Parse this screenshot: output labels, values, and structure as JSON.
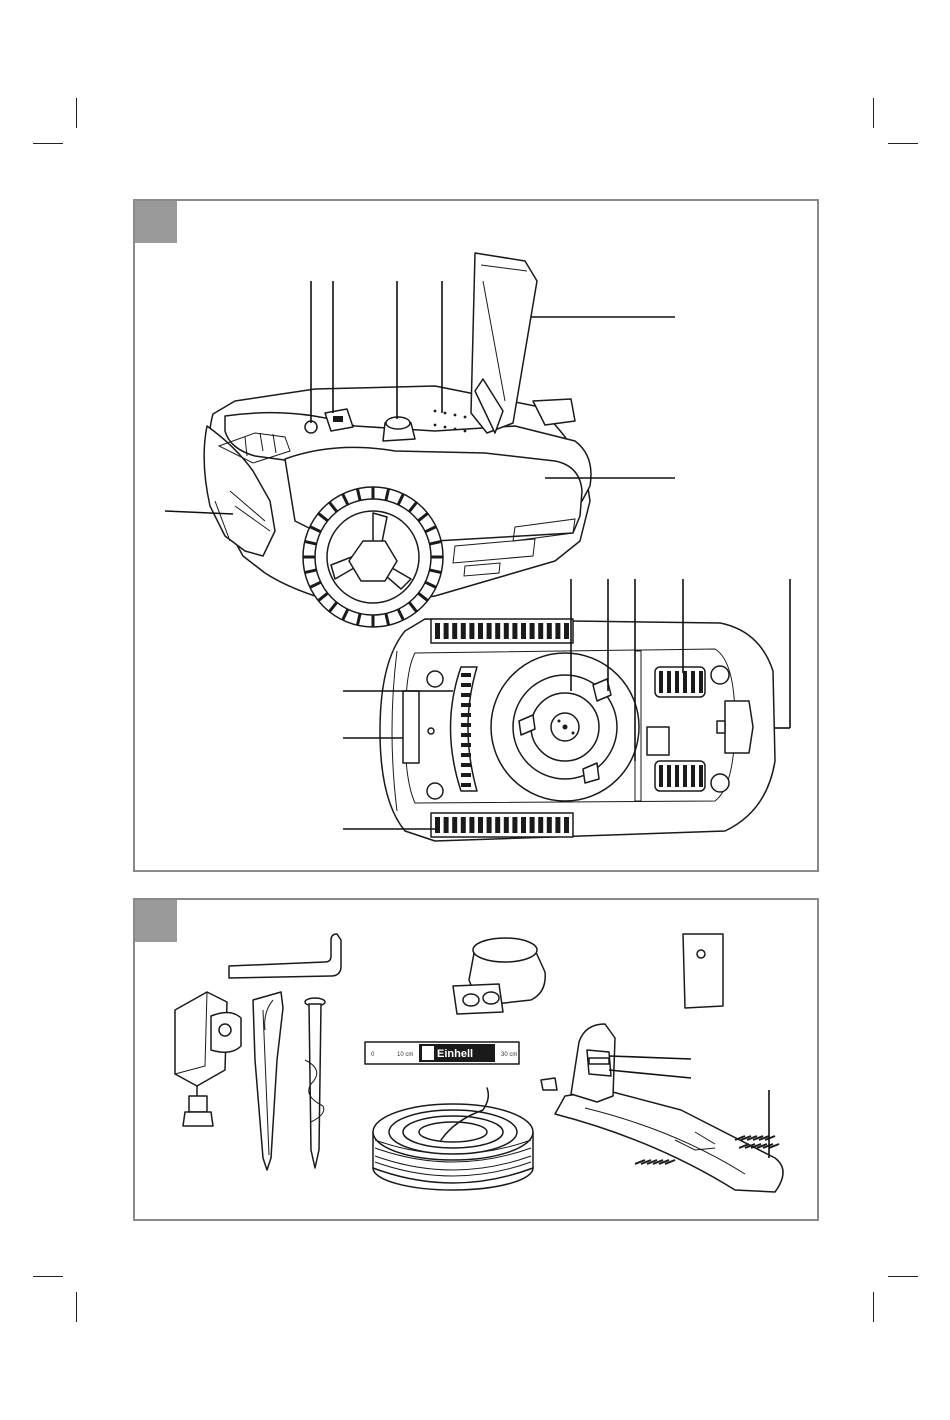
{
  "figures": [
    {
      "id": "1",
      "label_visible": false
    },
    {
      "id": "2",
      "label_visible": false
    }
  ],
  "wire_brand": "Einhell",
  "measure_marks": [
    "10 cm",
    "30 cm",
    "0"
  ]
}
